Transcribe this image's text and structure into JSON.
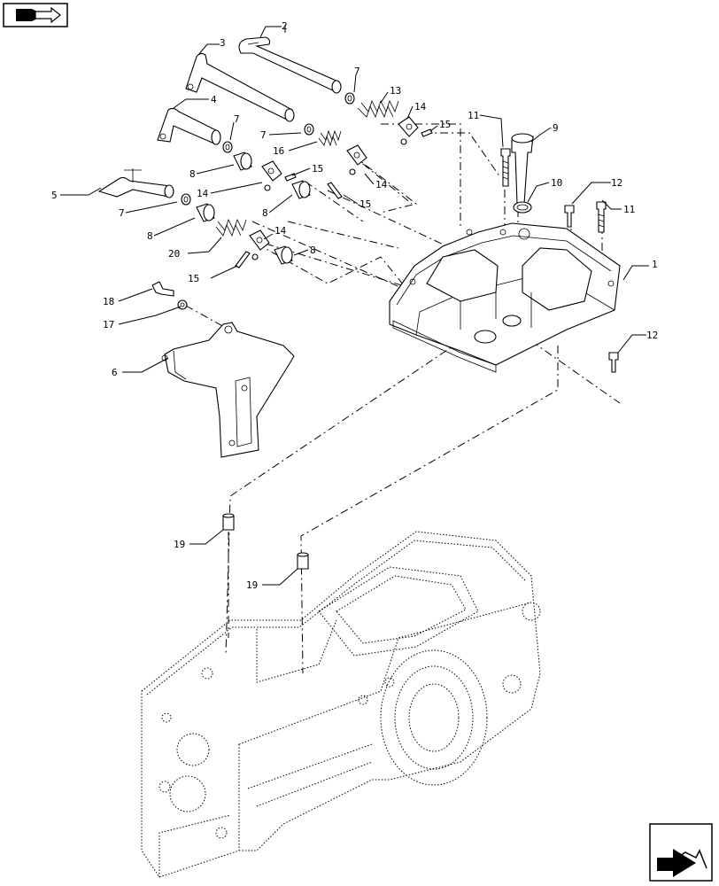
{
  "callouts": [
    {
      "id": "c1",
      "text": "1"
    },
    {
      "id": "c2",
      "text": "2"
    },
    {
      "id": "c3",
      "text": "3"
    },
    {
      "id": "c4",
      "text": "4"
    },
    {
      "id": "c5",
      "text": "5"
    },
    {
      "id": "c6",
      "text": "6"
    },
    {
      "id": "c7a",
      "text": "7"
    },
    {
      "id": "c7b",
      "text": "7"
    },
    {
      "id": "c7c",
      "text": "7"
    },
    {
      "id": "c7d",
      "text": "7"
    },
    {
      "id": "c8a",
      "text": "8"
    },
    {
      "id": "c8b",
      "text": "8"
    },
    {
      "id": "c8c",
      "text": "8"
    },
    {
      "id": "c8d",
      "text": "8"
    },
    {
      "id": "c9",
      "text": "9"
    },
    {
      "id": "c10",
      "text": "10"
    },
    {
      "id": "c11a",
      "text": "11"
    },
    {
      "id": "c11b",
      "text": "11"
    },
    {
      "id": "c12a",
      "text": "12"
    },
    {
      "id": "c12b",
      "text": "12"
    },
    {
      "id": "c13",
      "text": "13"
    },
    {
      "id": "c14a",
      "text": "14"
    },
    {
      "id": "c14b",
      "text": "14"
    },
    {
      "id": "c14c",
      "text": "14"
    },
    {
      "id": "c14d",
      "text": "14"
    },
    {
      "id": "c15a",
      "text": "15"
    },
    {
      "id": "c15b",
      "text": "15"
    },
    {
      "id": "c15c",
      "text": "15"
    },
    {
      "id": "c15d",
      "text": "15"
    },
    {
      "id": "c16",
      "text": "16"
    },
    {
      "id": "c17",
      "text": "17"
    },
    {
      "id": "c18",
      "text": "18"
    },
    {
      "id": "c19a",
      "text": "19"
    },
    {
      "id": "c19b",
      "text": "19"
    },
    {
      "id": "c20",
      "text": "20"
    }
  ],
  "icons": {
    "top_left": "book-arrow-icon",
    "bottom_right": "next-page-arrow-icon"
  }
}
